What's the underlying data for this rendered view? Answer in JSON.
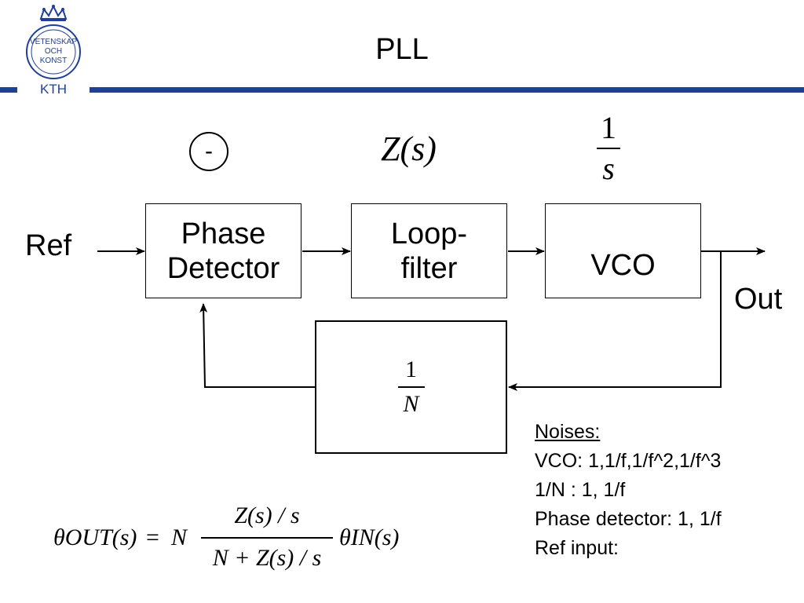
{
  "title": "PLL",
  "logo": {
    "line1": "VETENSKAP",
    "line2": "OCH",
    "line3": "KONST",
    "name": "KTH"
  },
  "colors": {
    "accent": "#1f3f99"
  },
  "blocks": {
    "phase_detector": {
      "line1": "Phase",
      "line2": "Detector",
      "annotation": "-"
    },
    "loop_filter": {
      "line1": "Loop-",
      "line2": "filter",
      "annotation": "Z(s)"
    },
    "vco": {
      "label": "VCO",
      "annotation_num": "1",
      "annotation_den": "s"
    },
    "divider": {
      "num": "1",
      "den": "N"
    }
  },
  "signals": {
    "input": "Ref",
    "output": "Out"
  },
  "noises": {
    "heading": "Noises:",
    "items": [
      "VCO: 1,1/f,1/f^2,1/f^3",
      "1/N : 1, 1/f",
      "Phase detector: 1, 1/f",
      "Ref input:"
    ]
  },
  "formula": {
    "lhs": "θOUT(s)",
    "coef": "N",
    "numerator": "Z(s) / s",
    "denominator": "N + Z(s) / s",
    "rhs": "θIN(s)"
  }
}
